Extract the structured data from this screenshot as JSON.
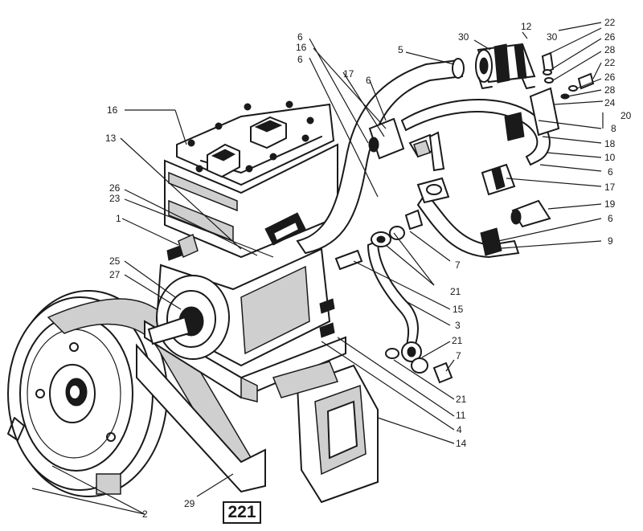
{
  "callouts": [
    {
      "id": "c-22a",
      "text": "22"
    },
    {
      "id": "c-12",
      "text": "12"
    },
    {
      "id": "c-30a",
      "text": "30"
    },
    {
      "id": "c-30b",
      "text": "30"
    },
    {
      "id": "c-26a",
      "text": "26"
    },
    {
      "id": "c-28a",
      "text": "28"
    },
    {
      "id": "c-22b",
      "text": "22"
    },
    {
      "id": "c-26b",
      "text": "26"
    },
    {
      "id": "c-28b",
      "text": "28"
    },
    {
      "id": "c-24",
      "text": "24"
    },
    {
      "id": "c-20",
      "text": "20"
    },
    {
      "id": "c-8",
      "text": "8"
    },
    {
      "id": "c-18",
      "text": "18"
    },
    {
      "id": "c-10",
      "text": "10"
    },
    {
      "id": "c-6r1",
      "text": "6"
    },
    {
      "id": "c-17r",
      "text": "17"
    },
    {
      "id": "c-19",
      "text": "19"
    },
    {
      "id": "c-6r2",
      "text": "6"
    },
    {
      "id": "c-9",
      "text": "9"
    },
    {
      "id": "c-5",
      "text": "5"
    },
    {
      "id": "c-6t1",
      "text": "6"
    },
    {
      "id": "c-16t",
      "text": "16"
    },
    {
      "id": "c-6t2",
      "text": "6"
    },
    {
      "id": "c-17t",
      "text": "17"
    },
    {
      "id": "c-6t3",
      "text": "6"
    },
    {
      "id": "c-16l",
      "text": "16"
    },
    {
      "id": "c-13",
      "text": "13"
    },
    {
      "id": "c-26l",
      "text": "26"
    },
    {
      "id": "c-23",
      "text": "23"
    },
    {
      "id": "c-1",
      "text": "1"
    },
    {
      "id": "c-25",
      "text": "25"
    },
    {
      "id": "c-27",
      "text": "27"
    },
    {
      "id": "c-7a",
      "text": "7"
    },
    {
      "id": "c-21a",
      "text": "21"
    },
    {
      "id": "c-15",
      "text": "15"
    },
    {
      "id": "c-3",
      "text": "3"
    },
    {
      "id": "c-21b",
      "text": "21"
    },
    {
      "id": "c-7b",
      "text": "7"
    },
    {
      "id": "c-21c",
      "text": "21"
    },
    {
      "id": "c-11",
      "text": "11"
    },
    {
      "id": "c-4",
      "text": "4"
    },
    {
      "id": "c-14",
      "text": "14"
    },
    {
      "id": "c-29",
      "text": "29"
    },
    {
      "id": "c-2",
      "text": "2"
    }
  ],
  "page_number": "221"
}
